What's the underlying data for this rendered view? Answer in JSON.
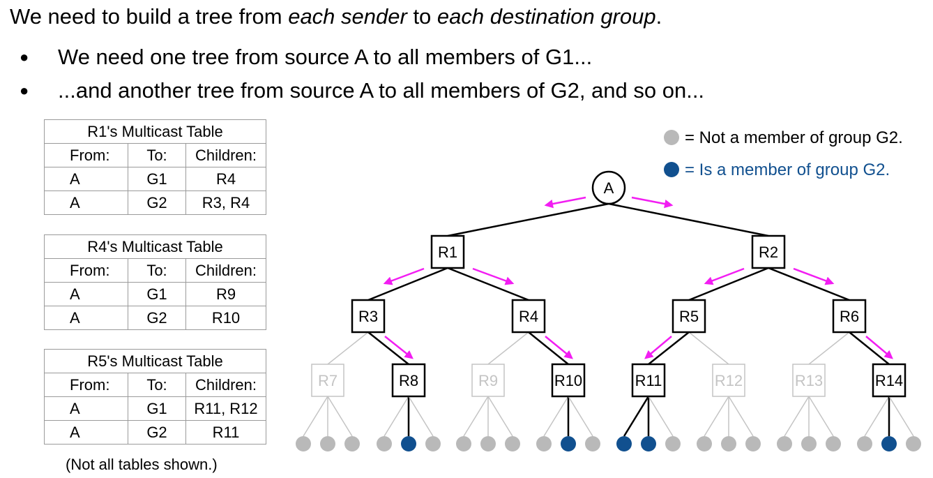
{
  "heading": {
    "pre": "We need to build a tree from ",
    "em1": "each sender",
    "mid": " to ",
    "em2": "each destination group",
    "post": "."
  },
  "bullets": [
    "We need one tree from source A to all members of G1...",
    "...and another tree from source A to all members of G2, and so on..."
  ],
  "bullet_glyph": "●",
  "tables": [
    {
      "caption": "R1's Multicast Table",
      "headers": [
        "From:",
        "To:",
        "Children:"
      ],
      "rows": [
        [
          "A",
          "G1",
          "R4"
        ],
        [
          "A",
          "G2",
          "R3, R4"
        ]
      ]
    },
    {
      "caption": "R4's Multicast Table",
      "headers": [
        "From:",
        "To:",
        "Children:"
      ],
      "rows": [
        [
          "A",
          "G1",
          "R9"
        ],
        [
          "A",
          "G2",
          "R10"
        ]
      ]
    },
    {
      "caption": "R5's Multicast Table",
      "headers": [
        "From:",
        "To:",
        "Children:"
      ],
      "rows": [
        [
          "A",
          "G1",
          "R11, R12"
        ],
        [
          "A",
          "G2",
          "R11"
        ]
      ]
    }
  ],
  "note": "(Not all tables shown.)",
  "legend": {
    "not_member": "= Not a member of group G2.",
    "member": "= Is a member of group G2."
  },
  "colors": {
    "arrow": "#f21df2",
    "member": "#11508f",
    "not_member": "#b9b9b9",
    "inactive_node": "#c4c4c4",
    "active": "#000000"
  },
  "tree": {
    "source": "A",
    "routers": [
      "R1",
      "R2",
      "R3",
      "R4",
      "R5",
      "R6",
      "R7",
      "R8",
      "R9",
      "R10",
      "R11",
      "R12",
      "R13",
      "R14"
    ],
    "active_leaf_routers": [
      "R8",
      "R10",
      "R11",
      "R14"
    ],
    "inactive_leaf_routers": [
      "R7",
      "R9",
      "R12",
      "R13"
    ],
    "hosts_per_leaf_router": 3,
    "g2_member_hosts": [
      "R8-2",
      "R10-2",
      "R11-1",
      "R11-2",
      "R14-2"
    ]
  }
}
